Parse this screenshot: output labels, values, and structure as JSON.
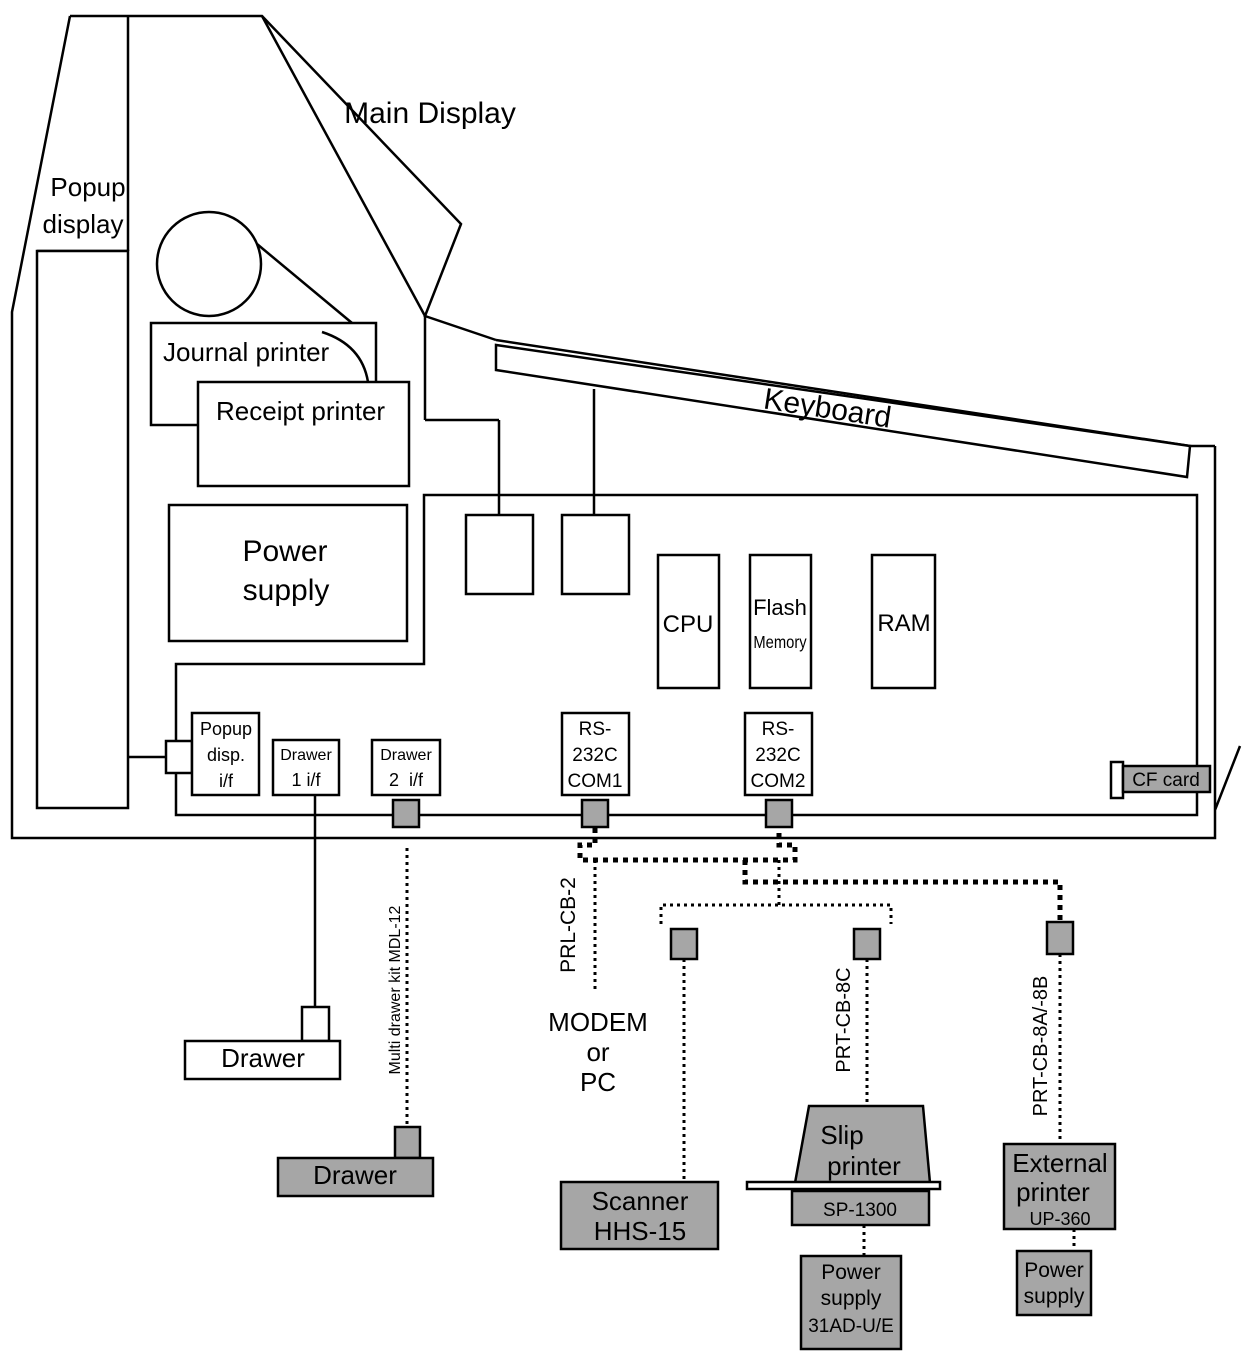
{
  "colors": {
    "line": "#000000",
    "background": "#ffffff",
    "device_fill": "#a6a6a6"
  },
  "housing": {
    "main_display": "Main Display",
    "popup_display": [
      "Popup",
      "display"
    ],
    "journal_printer": "Journal printer",
    "receipt_printer": "Receipt printer",
    "keyboard": "Keyboard",
    "power_supply": [
      "Power",
      "supply"
    ]
  },
  "board": {
    "cpu": "CPU",
    "flash_memory": [
      "Flash",
      "Memory"
    ],
    "ram": "RAM",
    "popup_if": [
      "Popup",
      "disp.",
      "i/f"
    ],
    "drawer1_if": [
      "Drawer",
      "1 i/f"
    ],
    "drawer2_if": [
      "Drawer",
      "2  i/f"
    ],
    "com1": [
      "RS-",
      "232C",
      "COM1"
    ],
    "com2": [
      "RS-",
      "232C",
      "COM2"
    ],
    "cf_card": "CF card"
  },
  "cables": {
    "multi_drawer": "Multi drawer kit MDL-12",
    "prl_cb2": "PRL-CB-2",
    "prt_cb8c": "PRT-CB-8C",
    "prt_cb8a": "PRT-CB-8A/-8B"
  },
  "devices": {
    "drawer1": "Drawer",
    "drawer2": "Drawer",
    "modem_pc": [
      "MODEM",
      "or",
      "PC"
    ],
    "scanner": [
      "Scanner",
      "HHS-15"
    ],
    "slip_printer": [
      "Slip",
      "printer"
    ],
    "slip_model": "SP-1300",
    "slip_power": [
      "Power",
      "supply",
      "31AD-U/E"
    ],
    "ext_printer": [
      "External",
      "printer"
    ],
    "ext_model": "UP-360",
    "ext_power": [
      "Power",
      "supply"
    ]
  }
}
